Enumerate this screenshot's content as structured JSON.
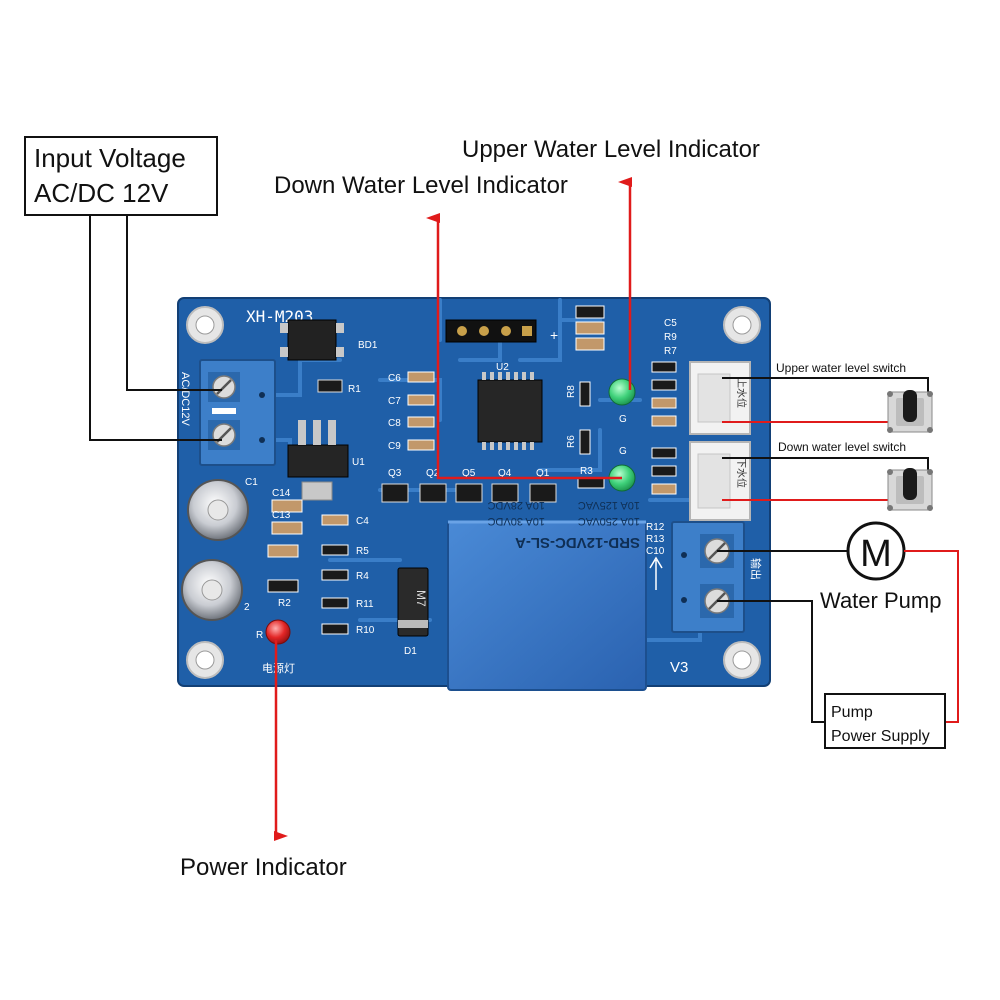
{
  "labels": {
    "input_voltage_line1": "Input Voltage",
    "input_voltage_line2": "AC/DC 12V",
    "upper_water_level_indicator": "Upper Water Level Indicator",
    "down_water_level_indicator": "Down Water Level Indicator",
    "upper_water_level_switch": "Upper water level switch",
    "down_water_level_switch": "Down water level switch",
    "water_pump": "Water Pump",
    "motor_symbol": "M",
    "pump_power_supply_line1": "Pump",
    "pump_power_supply_line2": "Power Supply",
    "power_indicator": "Power Indicator"
  },
  "board": {
    "model": "XH-M203",
    "version": "V3",
    "input_terminal_text": "AC/DC12V",
    "relay_model": "SRD-12VDC-SL-A",
    "relay_rating_1": "10A 250VAC",
    "relay_rating_2": "10A 125VAC",
    "relay_rating_3": "10A 30VDC",
    "relay_rating_4": "10A 28VDC",
    "power_led_caption": "电源灯",
    "output_caption": "输出",
    "upper_sensor_caption": "上水位",
    "down_sensor_caption": "下水位",
    "diode_marking": "M7",
    "components": {
      "bd1": "BD1",
      "r1": "R1",
      "u1": "U1",
      "u2": "U2",
      "c1": "C1",
      "c14": "C14",
      "c13": "C13",
      "c4": "C4",
      "c6": "C6",
      "c7": "C7",
      "c8": "C8",
      "c9": "C9",
      "c5": "C5",
      "r9": "R9",
      "r7": "R7",
      "r12": "R12",
      "r13": "R13",
      "c10": "C10",
      "q3": "Q3",
      "q2": "Q2",
      "q5": "Q5",
      "q4": "Q4",
      "q1": "Q1",
      "r5": "R5",
      "r4": "R4",
      "r11": "R11",
      "r10": "R10",
      "r2": "R2",
      "r3": "R3",
      "r6": "R6",
      "r8": "R8",
      "d1": "D1",
      "g_upper": "G",
      "g_down": "G",
      "r_power": "R",
      "c2": "2",
      "plus": "+"
    }
  },
  "colors": {
    "pcb": "#1f5fa8",
    "pcb_trace": "#3a7ec8",
    "terminal": "#3d7fc9",
    "relay": "#2f6fc0",
    "led_green": "#3fd17a",
    "led_red": "#e32626",
    "arrow_red": "#e01b1b",
    "wire_black": "#111111",
    "wire_red": "#e01b1b"
  }
}
